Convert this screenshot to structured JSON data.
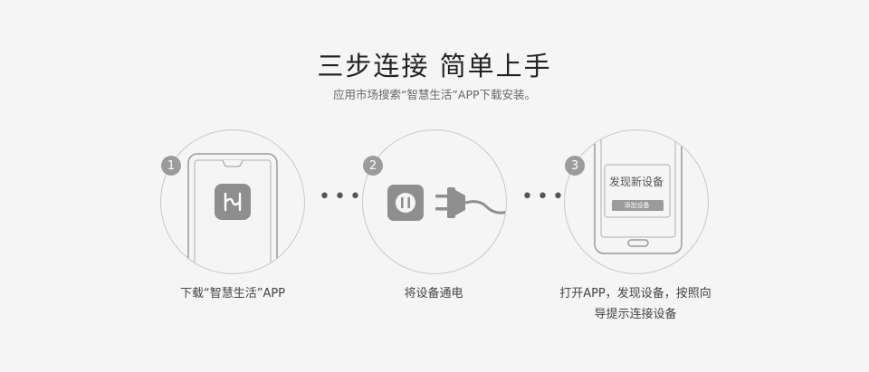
{
  "header": {
    "title": "三步连接  简单上手",
    "subtitle": "应用市场搜索“智慧生活”APP下载安装。"
  },
  "steps": [
    {
      "number": "1",
      "caption": "下载“智慧生活”APP",
      "icon": "huawei-hilink-app-icon"
    },
    {
      "number": "2",
      "caption": "将设备通电",
      "icon": "power-plug-icon"
    },
    {
      "number": "3",
      "caption_line1": "打开APP，发现设备，按照向",
      "caption_line2": "导提示连接设备",
      "screen_title": "发现新设备",
      "screen_button": "添加设备",
      "icon": "phone-discovery-icon"
    }
  ],
  "separators": [
    "•••",
    "•••"
  ],
  "colors": {
    "background": "#f5f5f5",
    "line": "#c8c8c8",
    "icon_fill": "#8e8e8e",
    "badge": "#9b9b9b"
  }
}
